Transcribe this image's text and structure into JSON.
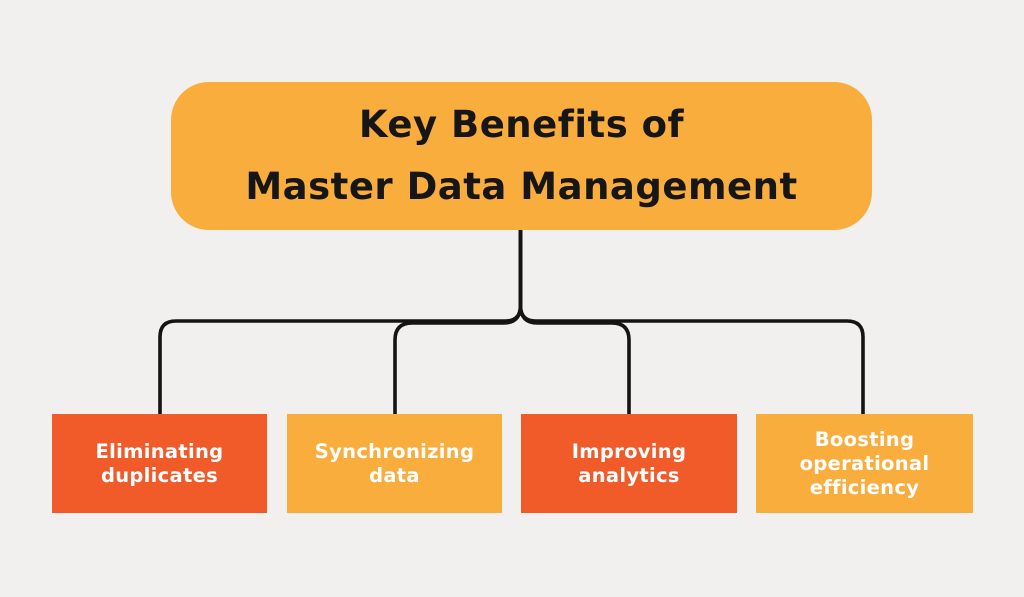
{
  "title": {
    "line1": "Key Benefits of",
    "line2": "Master Data Management"
  },
  "benefits": [
    {
      "label": "Eliminating\nduplicates",
      "color": "#F15B2A"
    },
    {
      "label": "Synchronizing\ndata",
      "color": "#F9AD3D"
    },
    {
      "label": "Improving\nanalytics",
      "color": "#F15B2A"
    },
    {
      "label": "Boosting\noperational\nefficiency",
      "color": "#F9AD3D"
    }
  ],
  "colors": {
    "background": "#F1F0EE",
    "header_fill": "#F9AD3D",
    "benefit_red": "#F15B2A",
    "benefit_amber": "#F9AD3D",
    "connector": "#141414",
    "title_text": "#161616",
    "benefit_text": "#FFFFFF"
  }
}
